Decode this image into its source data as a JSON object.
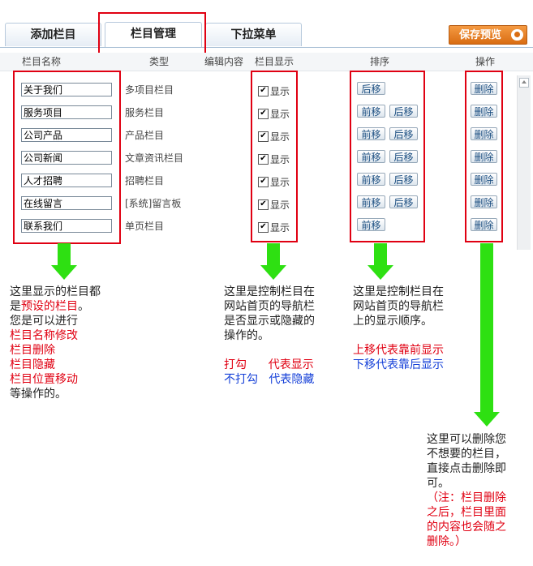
{
  "tabs": [
    "添加栏目",
    "栏目管理",
    "下拉菜单"
  ],
  "save_label": "保存预览",
  "headers": {
    "name": "栏目名称",
    "type": "类型",
    "edit": "编辑内容",
    "show": "栏目显示",
    "sort": "排序",
    "op": "操作"
  },
  "rows": [
    {
      "name": "关于我们",
      "type": "多项目栏目",
      "show": "显示",
      "up": "",
      "down": "后移",
      "del": "删除"
    },
    {
      "name": "服务项目",
      "type": "服务栏目",
      "show": "显示",
      "up": "前移",
      "down": "后移",
      "del": "删除"
    },
    {
      "name": "公司产品",
      "type": "产品栏目",
      "show": "显示",
      "up": "前移",
      "down": "后移",
      "del": "删除"
    },
    {
      "name": "公司新闻",
      "type": "文章资讯栏目",
      "show": "显示",
      "up": "前移",
      "down": "后移",
      "del": "删除"
    },
    {
      "name": "人才招聘",
      "type": "招聘栏目",
      "show": "显示",
      "up": "前移",
      "down": "后移",
      "del": "删除"
    },
    {
      "name": "在线留言",
      "type": "[系统]留言板",
      "show": "显示",
      "up": "前移",
      "down": "后移",
      "del": "删除"
    },
    {
      "name": "联系我们",
      "type": "单页栏目",
      "show": "显示",
      "up": "前移",
      "down": "",
      "del": "删除"
    }
  ],
  "notes": {
    "col1": {
      "l1": "这里显示的栏目都",
      "l2a": "是",
      "l2b": "预设的栏目",
      "l2c": "。",
      "l3": "您是可以进行",
      "l4": "栏目名称修改",
      "l5": "栏目删除",
      "l6": "栏目隐藏",
      "l7": "栏目位置移动",
      "l8": "等操作的。"
    },
    "col2": {
      "l1": "这里是控制栏目在",
      "l2": "网站首页的导航栏",
      "l3": "是否显示或隐藏的",
      "l4": "操作的。",
      "l5": "打勾      代表显示",
      "l6": "不打勾   代表隐藏"
    },
    "col3": {
      "l1": "这里是控制栏目在",
      "l2": "网站首页的导航栏",
      "l3": "上的显示顺序。",
      "l4": "上移代表靠前显示",
      "l5": "下移代表靠后显示"
    },
    "col4": {
      "l1": "这里可以删除您",
      "l2": "不想要的栏目，",
      "l3": "直接点击删除即",
      "l4": "可。",
      "l5": "（注：栏目删除",
      "l6": "之后，栏目里面",
      "l7": "的内容也会随之",
      "l8": "删除。）"
    }
  }
}
